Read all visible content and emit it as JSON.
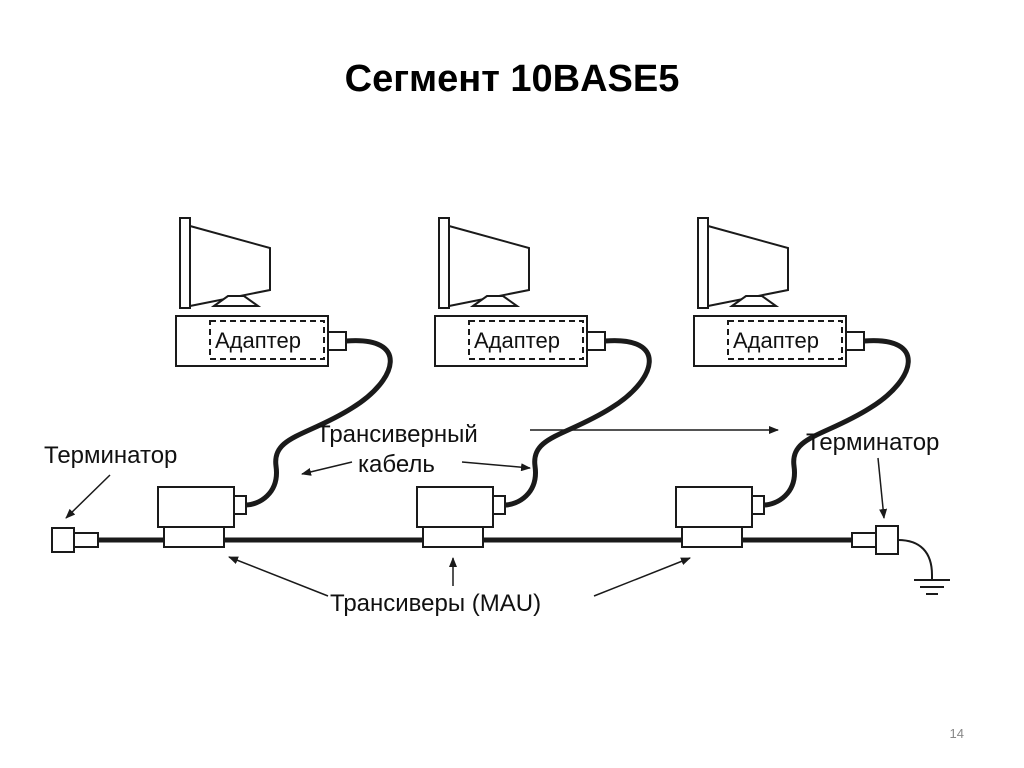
{
  "slide": {
    "title": "Сегмент 10BASE5",
    "page_number": "14"
  },
  "diagram": {
    "stations": [
      {
        "adapter_label": "Адаптер"
      },
      {
        "adapter_label": "Адаптер"
      },
      {
        "adapter_label": "Адаптер"
      }
    ],
    "labels": {
      "terminator_left": "Терминатор",
      "terminator_right": "Терминатор",
      "transceiver_cable_line1": "Трансиверный",
      "transceiver_cable_line2": "кабель",
      "transceivers": "Трансиверы (MAU)"
    },
    "colors": {
      "stroke": "#1a1a1a",
      "fill": "#ffffff",
      "adapter_fill": "#f4f4f4"
    }
  }
}
